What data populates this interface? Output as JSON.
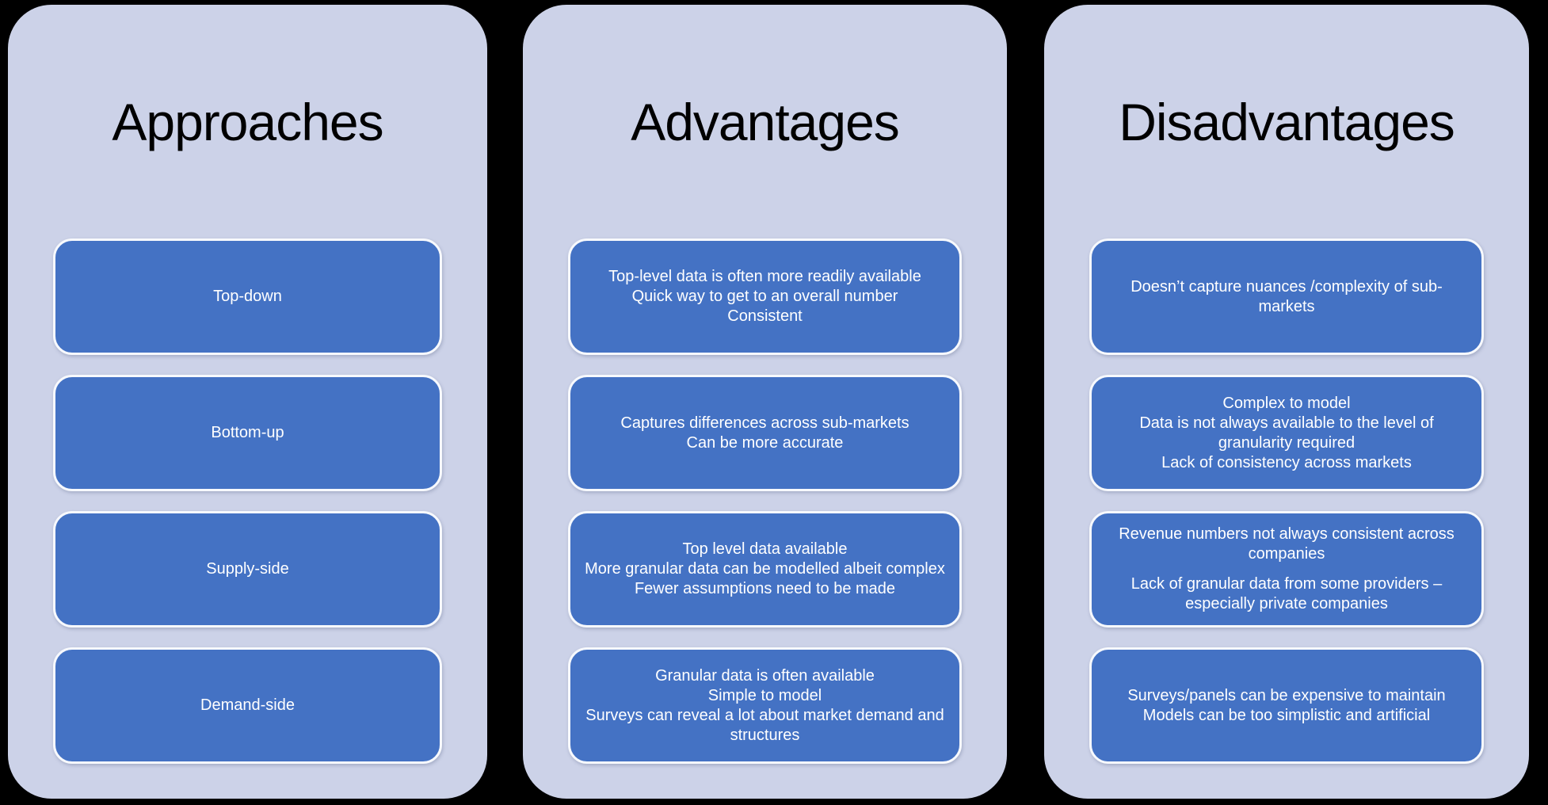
{
  "colors": {
    "background": "#000000",
    "column_bg": "#ccd2e8",
    "box_bg": "#4472c4",
    "box_border": "#f7f9fd",
    "header_text": "#000000",
    "box_text": "#ffffff"
  },
  "columns": [
    {
      "header": "Approaches",
      "boxes": [
        {
          "paragraphs": [
            "Top-down"
          ]
        },
        {
          "paragraphs": [
            "Bottom-up"
          ]
        },
        {
          "paragraphs": [
            "Supply-side"
          ]
        },
        {
          "paragraphs": [
            "Demand-side"
          ]
        }
      ]
    },
    {
      "header": "Advantages",
      "boxes": [
        {
          "paragraphs": [
            "Top-level data is often more readily available",
            "Quick way to get to an overall number",
            "Consistent"
          ]
        },
        {
          "paragraphs": [
            "Captures differences across sub-markets",
            "Can be more accurate"
          ]
        },
        {
          "paragraphs": [
            "Top level data available",
            "More granular data can be modelled albeit complex",
            "Fewer assumptions need to be made"
          ]
        },
        {
          "paragraphs": [
            "Granular data is often available",
            "Simple to model",
            "Surveys can reveal a lot about market demand and structures"
          ]
        }
      ]
    },
    {
      "header": "Disadvantages",
      "boxes": [
        {
          "paragraphs": [
            "Doesn’t capture nuances /complexity of sub-markets"
          ]
        },
        {
          "paragraphs": [
            "Complex to model",
            "Data is not always available to the level of granularity required",
            "Lack of consistency across markets"
          ]
        },
        {
          "paragraphs": [
            "Revenue numbers not always consistent across companies",
            "Lack of granular data from some providers – especially private companies"
          ],
          "spaced": true
        },
        {
          "paragraphs": [
            "Surveys/panels can be expensive to maintain",
            "Models can be too simplistic and artificial"
          ]
        }
      ]
    }
  ]
}
